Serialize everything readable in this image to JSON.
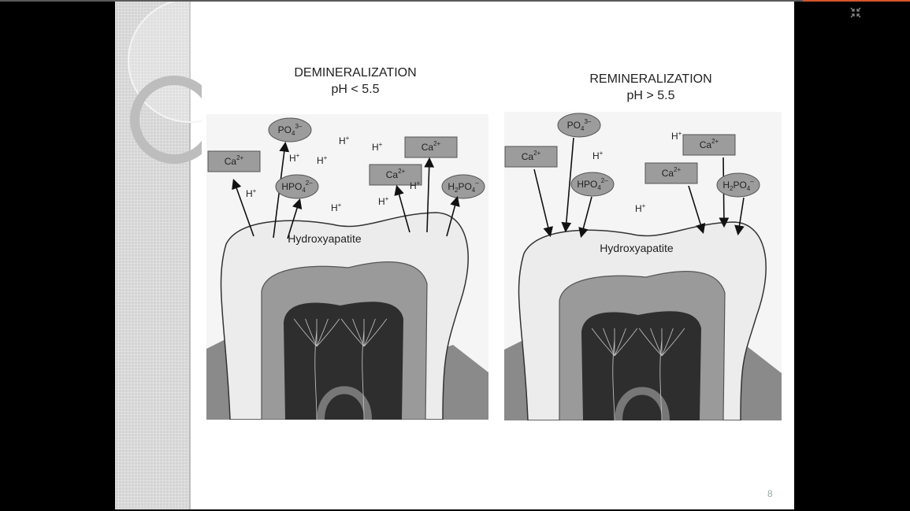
{
  "window": {
    "exit_fullscreen_icon": "exit-fullscreen-icon",
    "accent_color": "#d2562a"
  },
  "slide": {
    "page_number": "8",
    "panels": [
      {
        "id": "demineralization",
        "title": "DEMINERALIZATION",
        "subtitle": "pH < 5.5",
        "direction": "out-of-tooth",
        "enamel_label": "Hydroxyapatite",
        "ions": [
          {
            "type": "box",
            "label": "Ca",
            "sup": "2+"
          },
          {
            "type": "oval",
            "label": "PO",
            "sub": "4",
            "sup": "3–"
          },
          {
            "type": "oval",
            "label": "HPO",
            "sub": "4",
            "sup": "2–"
          },
          {
            "type": "box",
            "label": "Ca",
            "sup": "2+"
          },
          {
            "type": "box",
            "label": "Ca",
            "sup": "2+"
          },
          {
            "type": "oval",
            "label": "H",
            "sub": "2",
            "label2": "PO",
            "sub2": "4",
            "sup": "–"
          }
        ],
        "h_ions": [
          "H+",
          "H+",
          "H+",
          "H+",
          "H+",
          "H+",
          "H+",
          "H+"
        ]
      },
      {
        "id": "remineralization",
        "title": "REMINERALIZATION",
        "subtitle": "pH > 5.5",
        "direction": "into-tooth",
        "enamel_label": "Hydroxyapatite",
        "ions": [
          {
            "type": "box",
            "label": "Ca",
            "sup": "2+"
          },
          {
            "type": "oval",
            "label": "PO",
            "sub": "4",
            "sup": "3–"
          },
          {
            "type": "oval",
            "label": "HPO",
            "sub": "4",
            "sup": "2–"
          },
          {
            "type": "box",
            "label": "Ca",
            "sup": "2+"
          },
          {
            "type": "box",
            "label": "Ca",
            "sup": "2+"
          },
          {
            "type": "oval",
            "label": "H",
            "sub": "2",
            "label2": "PO",
            "sub2": "4",
            "sup": "–"
          }
        ],
        "h_ions": [
          "H+",
          "H+",
          "H+"
        ]
      }
    ]
  }
}
